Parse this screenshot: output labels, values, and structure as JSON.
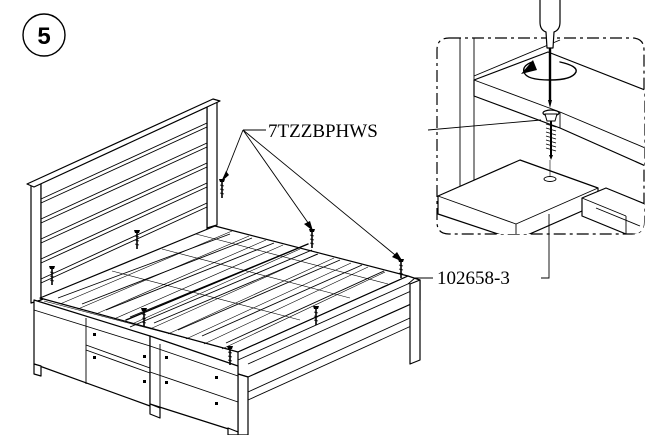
{
  "step": {
    "number": "5"
  },
  "callouts": {
    "screw_part": "7TZZBPHWS",
    "rail_part": "102658-3"
  },
  "icons": {
    "rotation": "clockwise-rotation-arrow",
    "tool": "phillips-screwdriver"
  }
}
